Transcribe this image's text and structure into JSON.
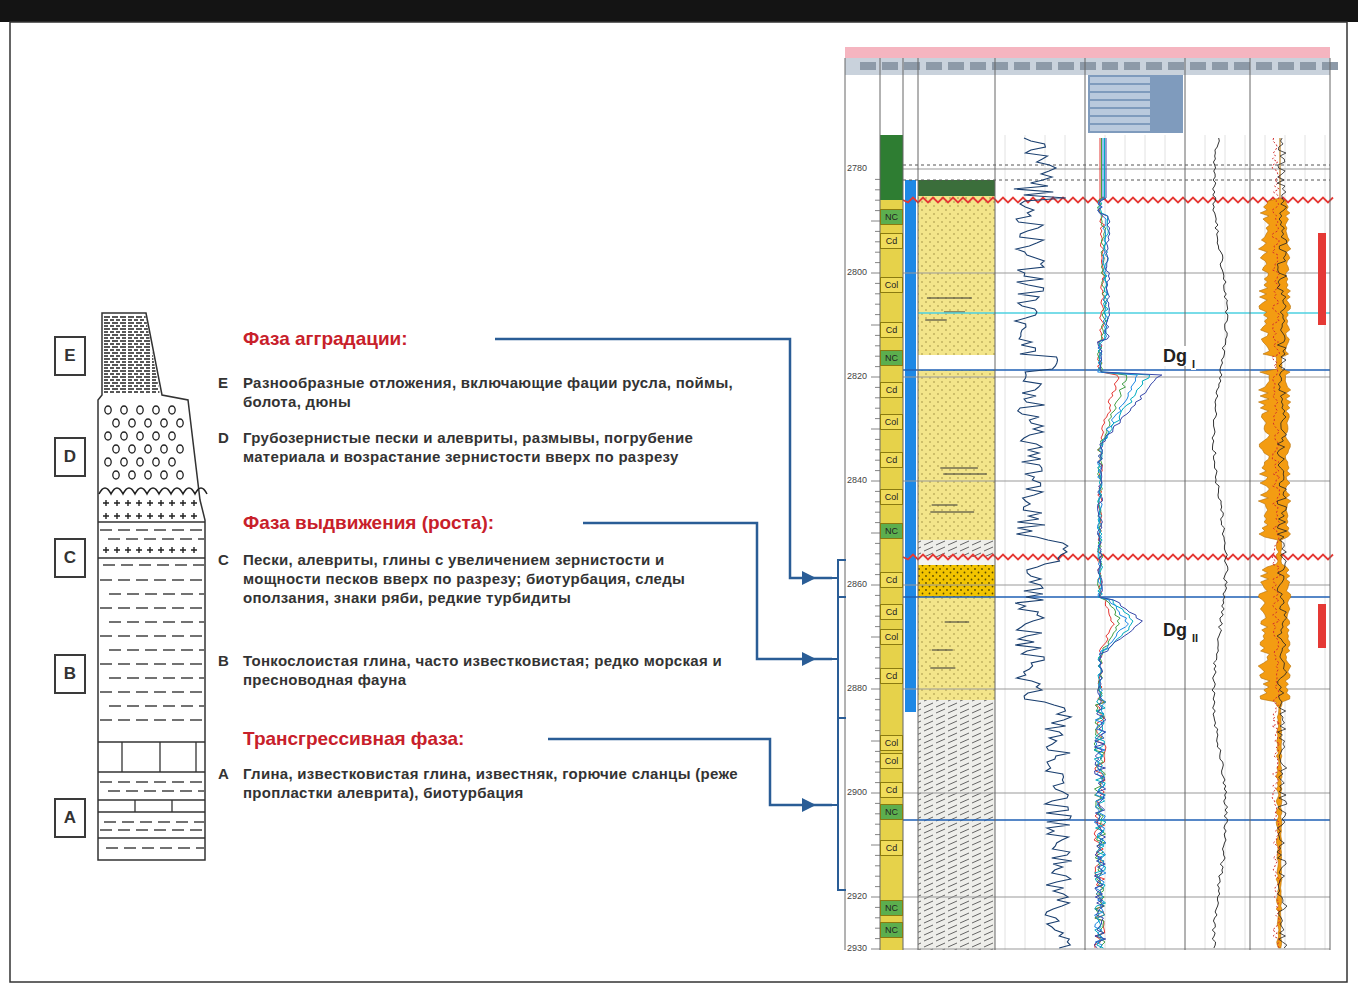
{
  "diagram": {
    "nodes": [
      {
        "text": [
          "E"
        ]
      },
      {
        "text": [
          "D"
        ]
      },
      {
        "text": [
          "C"
        ]
      },
      {
        "text": [
          "B"
        ]
      },
      {
        "text": [
          "A"
        ]
      }
    ],
    "labels": [
      "Фаза аггрaдации:",
      "E",
      "Разнообразные отложения, включающие фации русла, поймы, болота, дюны",
      "D",
      "Грубозернистые пески и алевриты, размывы, погрубение материала и возрастание зернистости вверх по разрезу",
      "Фаза выдвижения (роста):",
      "C",
      "Пески, алевриты, глины с увеличением зернистости и мощности песков вверх по разрезу; биотурбация, следы оползания, знаки ряби, редкие турбидиты",
      "B",
      "Тонкослоистая глина, часто известковистая; редко морская и пресноводная фауна",
      "Трансгрессивная фаза:",
      "A",
      "Глина, известковистая глина, известняк, горючие сланцы (реже пропластки алеврита), биотурбация",
      "2780",
      "2800",
      "2820",
      "2840",
      "2860",
      "2880",
      "2900",
      "2920",
      "2930",
      "Dg",
      "I",
      "Dg",
      "II",
      "NC",
      "Cd",
      "Col",
      "Cd",
      "NC",
      "Cd",
      "Col",
      "Cd",
      "Col",
      "NC",
      "Cd",
      "Cd",
      "Col",
      "Cd",
      "Col",
      "Col",
      "Cd",
      "NC",
      "Cd",
      "NC",
      "NC"
    ]
  }
}
